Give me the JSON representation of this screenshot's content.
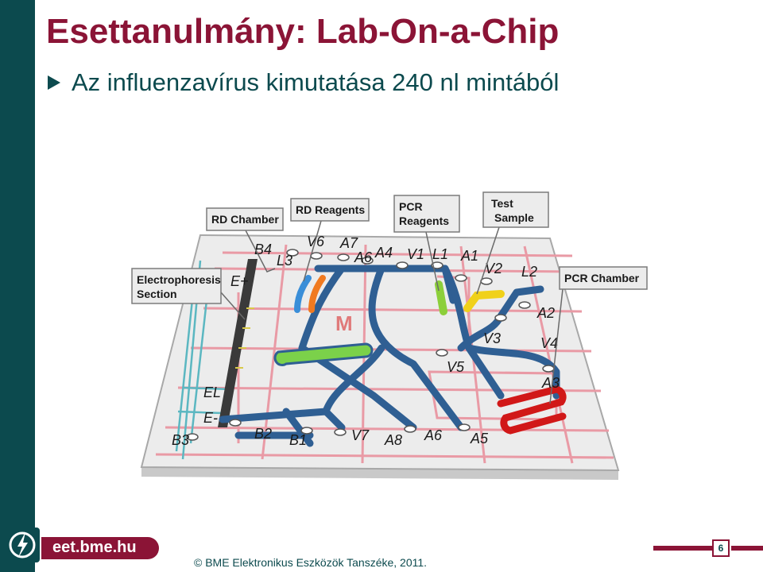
{
  "slide": {
    "title": "Esettanulmány: Lab-On-a-Chip",
    "bullet": "Az influenzavírus kimutatása 240 nl mintából"
  },
  "figure": {
    "callouts": {
      "rd_chamber": "RD Chamber",
      "rd_reagents": "RD Reagents",
      "pcr_reagents_1": "PCR",
      "pcr_reagents_2": "Reagents",
      "test_sample_1": "Test",
      "test_sample_2": "Sample",
      "electrophoresis_1": "Electrophoresis",
      "electrophoresis_2": "Section",
      "pcr_chamber": "PCR Chamber"
    },
    "chip_labels": {
      "B4": "B4",
      "L3": "L3",
      "V6": "V6",
      "A7": "A7",
      "A6_top": "A6",
      "A4": "A4",
      "V1": "V1",
      "L1": "L1",
      "A1": "A1",
      "V2": "V2",
      "L2": "L2",
      "E_plus": "E+",
      "A2": "A2",
      "V3": "V3",
      "V4": "V4",
      "V5": "V5",
      "A3": "A3",
      "EL": "EL",
      "E_minus": "E-",
      "B3": "B3",
      "B2": "B2",
      "B1": "B1",
      "V7": "V7",
      "A8": "A8",
      "A6_bottom": "A6",
      "A5": "A5",
      "M": "M"
    },
    "colors": {
      "channel_blue": "#2f5f93",
      "heater_red": "#e23a3a",
      "rd_green": "#7bd14a",
      "pcr_green": "#8ccf3a",
      "sample_yellow": "#f0d11a",
      "reagent_orange": "#f07a20",
      "reagent_blue": "#3a8ed8",
      "pcr_chamber_red": "#d11818"
    }
  },
  "footer": {
    "brand": "eet.bme.hu",
    "copyright": "© BME Elektronikus Eszközök Tanszéke, 2011.",
    "page_number": "6"
  },
  "theme": {
    "title_color": "#8b1436",
    "text_color": "#0c4a4e",
    "sidebar_color": "#0c4a4e"
  }
}
